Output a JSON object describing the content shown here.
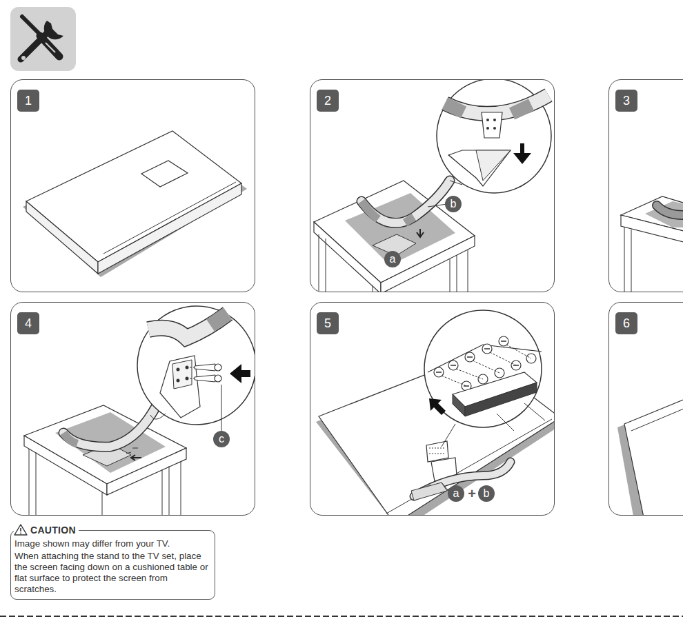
{
  "diagram": {
    "nodes": [
      {
        "text": [
          "1"
        ]
      },
      {
        "text": [
          "2"
        ]
      },
      {
        "text": [
          "3"
        ]
      },
      {
        "text": [
          "4"
        ]
      },
      {
        "text": [
          "5"
        ]
      },
      {
        "text": [
          "6"
        ]
      },
      {
        "text": [
          "CAUTION",
          "Image shown may differ from your TV.",
          "When attaching the stand to the TV set, place the screen facing down on a cushioned table or flat surface to protect the screen from scratches."
        ]
      }
    ],
    "labels": [
      "b",
      "a",
      "c",
      "a",
      "+",
      "b"
    ]
  }
}
